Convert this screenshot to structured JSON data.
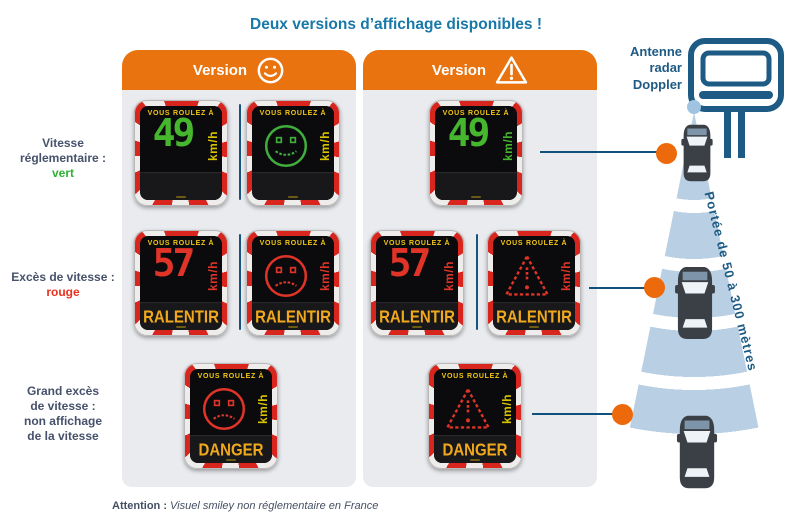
{
  "title": "Deux versions d’affichage disponibles !",
  "colors": {
    "title_blue": "#1878a8",
    "header_orange": "#e9730f",
    "dot_orange": "#ed6a0c",
    "line_blue": "#10507c",
    "label_dark": "#46516b",
    "green": "#2eb135",
    "red": "#e8321e",
    "radar_blue": "#1d5a84",
    "cone_blue": "#b9cfe4",
    "display_green": "#45b62e",
    "display_red": "#e03428",
    "display_yellow": "#d8c400",
    "footer_yellow": "#f0a91c"
  },
  "panels": [
    {
      "header_label": "Version",
      "icon": "smiley-icon"
    },
    {
      "header_label": "Version",
      "icon": "warning-triangle-icon"
    }
  ],
  "row_labels": [
    {
      "lines": [
        "Vitesse",
        "réglementaire :"
      ],
      "highlight": "vert",
      "highlight_color": "#2eb135"
    },
    {
      "lines": [
        "Excès de vitesse :"
      ],
      "highlight": "rouge",
      "highlight_color": "#e8321e"
    },
    {
      "lines": [
        "Grand excès",
        "de vitesse :",
        "non affichage",
        "de la vitesse"
      ],
      "highlight": "",
      "highlight_color": ""
    }
  ],
  "displays": [
    {
      "header": "VOUS ROULEZ À",
      "type": "digits",
      "value": "49",
      "value_color": "#45b62e",
      "unit": "km/h",
      "unit_color": "#d8c400",
      "footer": ""
    },
    {
      "header": "VOUS ROULEZ À",
      "type": "smiley-happy",
      "value": "",
      "value_color": "#3fae3c",
      "unit": "km/h",
      "unit_color": "#d8c400",
      "footer": ""
    },
    {
      "header": "VOUS ROULEZ À",
      "type": "digits",
      "value": "57",
      "value_color": "#e03428",
      "unit": "km/h",
      "unit_color": "#e03428",
      "footer": "RALENTIR"
    },
    {
      "header": "VOUS ROULEZ À",
      "type": "smiley-sad",
      "value": "",
      "value_color": "#e03428",
      "unit": "km/h",
      "unit_color": "#e03428",
      "footer": "RALENTIR"
    },
    {
      "header": "VOUS ROULEZ À",
      "type": "smiley-sad",
      "value": "",
      "value_color": "#e03428",
      "unit": "km/h",
      "unit_color": "#d8c400",
      "footer": "DANGER"
    },
    {
      "header": "VOUS ROULEZ À",
      "type": "digits",
      "value": "49",
      "value_color": "#45b62e",
      "unit": "km/h",
      "unit_color": "#45b62e",
      "footer": ""
    },
    {
      "header": "VOUS ROULEZ À",
      "type": "digits",
      "value": "57",
      "value_color": "#e03428",
      "unit": "km/h",
      "unit_color": "#e03428",
      "footer": "RALENTIR"
    },
    {
      "header": "VOUS ROULEZ À",
      "type": "warning-triangle",
      "value": "",
      "value_color": "#e03428",
      "unit": "km/h",
      "unit_color": "#e03428",
      "footer": "RALENTIR"
    },
    {
      "header": "VOUS ROULEZ À",
      "type": "warning-triangle",
      "value": "",
      "value_color": "#e03428",
      "unit": "km/h",
      "unit_color": "#d8c400",
      "footer": "DANGER"
    }
  ],
  "right_graphic": {
    "antenna_label": "Antenne radar Doppler",
    "range_label": "Portée de 50 à 300 mètres"
  },
  "footnote": {
    "label": "Attention :",
    "text": " Visuel smiley non réglementaire en France"
  }
}
